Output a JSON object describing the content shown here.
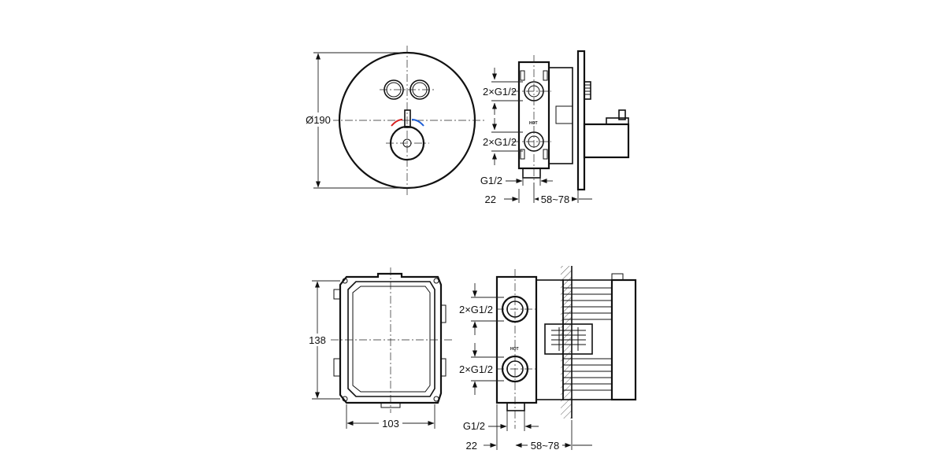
{
  "labels": {
    "diameter": "Ø190",
    "inlet_top_a": "2×G1/2",
    "inlet_bot_a": "2×G1/2",
    "outlet_a": "G1/2",
    "offset_a": "22",
    "depth_a": "58~78",
    "height_b": "138",
    "width_b": "103",
    "inlet_top_b": "2×G1/2",
    "inlet_bot_b": "2×G1/2",
    "outlet_b": "G1/2",
    "offset_b": "22",
    "depth_b": "58~78",
    "hot_small": "HOT",
    "hot_large": "HOT"
  },
  "colors": {
    "line": "#111111",
    "hot_marker": "#d62020",
    "cold_marker": "#1f5fd6"
  }
}
